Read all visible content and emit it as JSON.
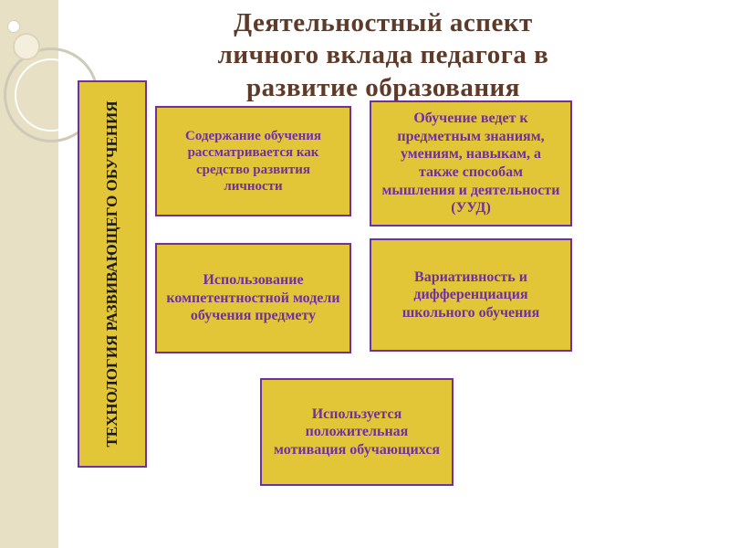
{
  "slide": {
    "title": {
      "line1": "Деятельностный  аспект",
      "line2": "личного вклада педагога в",
      "line3": "развитие образования"
    },
    "sidebar_label": "ТЕХНОЛОГИЯ РАЗВИВАЮЩЕГО ОБУЧЕНИЯ",
    "boxes": [
      {
        "text": "Содержание обучения рассматривается  как средство развития личности"
      },
      {
        "text": "Обучение ведет к предметным знаниям, умениям, навыкам, а также способам мышления и деятельности (УУД)"
      },
      {
        "text": "Использование компетентностной модели обучения предмету"
      },
      {
        "text": "Вариативность и дифференциация школьного обучения"
      },
      {
        "text": "Используется положительная мотивация обучающихся"
      }
    ],
    "colors": {
      "box_fill": "#e3c538",
      "box_border": "#7030a0",
      "box_text": "#7030a0",
      "title_text": "#5e3a28",
      "strip": "#e8e0c4",
      "sidebar_text": "#1a1a1a"
    }
  }
}
